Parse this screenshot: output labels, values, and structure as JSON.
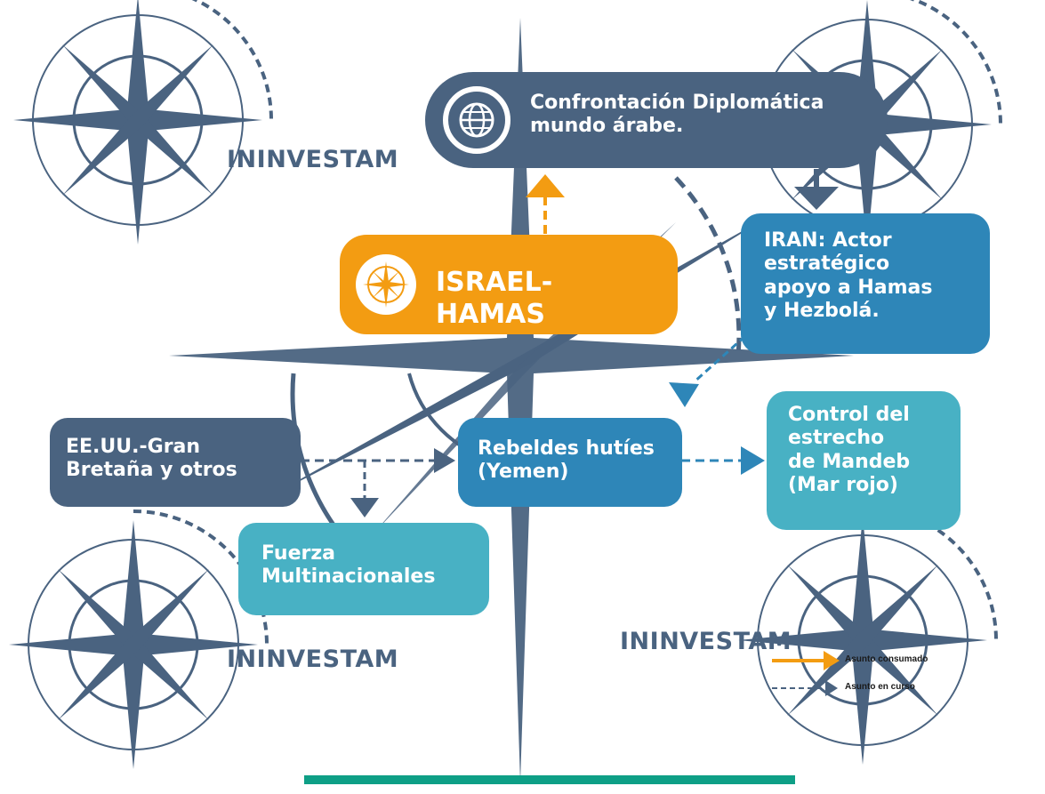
{
  "watermark": "ININVESTAM",
  "nodes": {
    "diplomatic": "Confrontación Diplomática\nmundo árabe.",
    "israel_hamas": "ISRAEL-HAMAS",
    "iran": "IRAN: Actor\nestratégico\napoyo a Hamas\ny Hezbolá.",
    "houthis": "Rebeldes hutíes\n(Yemen)",
    "mandeb": "Control del\nestrecho\nde Mandeb\n(Mar rojo)",
    "usa_uk": "EE.UU.-Gran\nBretaña y otros",
    "multinational": "Fuerza\nMultinacionales"
  },
  "legend": {
    "consummated": "Asunto consumado",
    "ongoing": "Asunto en curso"
  },
  "colors": {
    "navy": "#4a6380",
    "blue": "#2e86b8",
    "teal": "#48b1c4",
    "orange": "#f39c12",
    "bottom_bar": "#0e9f86"
  },
  "icons": {
    "diplomatic": "globe-icon",
    "israel_hamas": "compass-icon",
    "background": "compass-rose-icon"
  }
}
